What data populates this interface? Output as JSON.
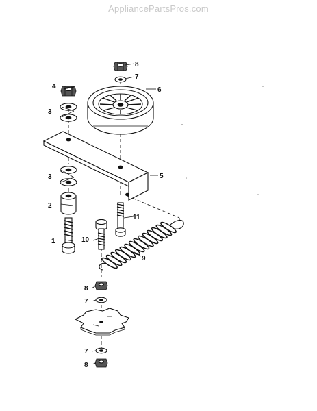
{
  "watermark": "AppliancePartsPros.com",
  "callouts": {
    "c1": "1",
    "c2": "2",
    "c3a": "3",
    "c3b": "3",
    "c4": "4",
    "c5": "5",
    "c6": "6",
    "c7a": "7",
    "c7b": "7",
    "c7c": "7",
    "c8a": "8",
    "c8b": "8",
    "c8c": "8",
    "c9": "9",
    "c10": "10",
    "c11": "11"
  }
}
